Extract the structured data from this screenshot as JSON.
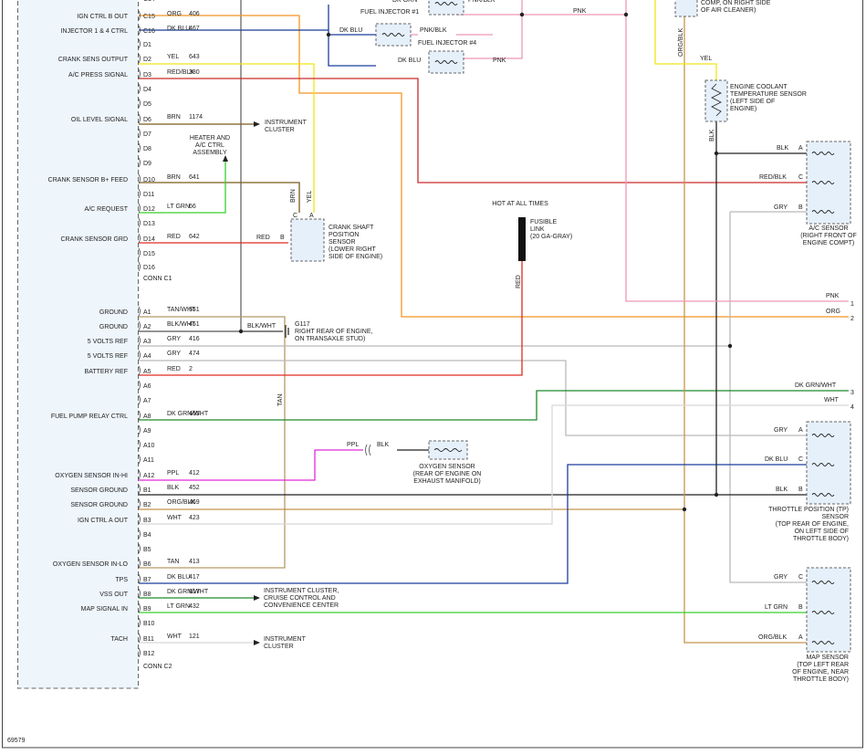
{
  "pcm": {
    "conn_c1_label": "CONN C1",
    "conn_c2_label": "CONN C2",
    "signals_c1": [
      {
        "name": "IGN CTRL B OUT",
        "pin": "C15",
        "color": "ORG",
        "circuit": "406"
      },
      {
        "name": "INJECTOR 1 & 4 CTRL",
        "pin": "C16",
        "color": "DK BLU",
        "circuit": "467"
      },
      {
        "name": "",
        "pin": "D1",
        "color": "",
        "circuit": ""
      },
      {
        "name": "CRANK SENS OUTPUT",
        "pin": "D2",
        "color": "YEL",
        "circuit": "643"
      },
      {
        "name": "A/C PRESS SIGNAL",
        "pin": "D3",
        "color": "RED/BLK",
        "circuit": "380"
      },
      {
        "name": "",
        "pin": "D4",
        "color": "",
        "circuit": ""
      },
      {
        "name": "",
        "pin": "D5",
        "color": "",
        "circuit": ""
      },
      {
        "name": "OIL LEVEL SIGNAL",
        "pin": "D6",
        "color": "BRN",
        "circuit": "1174"
      },
      {
        "name": "",
        "pin": "D7",
        "color": "",
        "circuit": ""
      },
      {
        "name": "",
        "pin": "D8",
        "color": "",
        "circuit": ""
      },
      {
        "name": "",
        "pin": "D9",
        "color": "",
        "circuit": ""
      },
      {
        "name": "CRANK SENSOR B+ FEED",
        "pin": "D10",
        "color": "BRN",
        "circuit": "641"
      },
      {
        "name": "",
        "pin": "D11",
        "color": "",
        "circuit": ""
      },
      {
        "name": "A/C REQUEST",
        "pin": "D12",
        "color": "LT GRN",
        "circuit": "66"
      },
      {
        "name": "",
        "pin": "D13",
        "color": "",
        "circuit": ""
      },
      {
        "name": "CRANK SENSOR GRD",
        "pin": "D14",
        "color": "RED",
        "circuit": "642"
      },
      {
        "name": "",
        "pin": "D15",
        "color": "",
        "circuit": ""
      },
      {
        "name": "",
        "pin": "D16",
        "color": "",
        "circuit": ""
      }
    ],
    "signals_c2": [
      {
        "name": "GROUND",
        "pin": "A1",
        "color": "TAN/WHT",
        "circuit": "551"
      },
      {
        "name": "GROUND",
        "pin": "A2",
        "color": "BLK/WHT",
        "circuit": "451"
      },
      {
        "name": "5 VOLTS REF",
        "pin": "A3",
        "color": "GRY",
        "circuit": "416"
      },
      {
        "name": "5 VOLTS REF",
        "pin": "A4",
        "color": "GRY",
        "circuit": "474"
      },
      {
        "name": "BATTERY REF",
        "pin": "A5",
        "color": "RED",
        "circuit": "2"
      },
      {
        "name": "",
        "pin": "A6",
        "color": "",
        "circuit": ""
      },
      {
        "name": "",
        "pin": "A7",
        "color": "",
        "circuit": ""
      },
      {
        "name": "FUEL PUMP RELAY CTRL",
        "pin": "A8",
        "color": "DK GRN/WHT",
        "circuit": "465"
      },
      {
        "name": "",
        "pin": "A9",
        "color": "",
        "circuit": ""
      },
      {
        "name": "",
        "pin": "A10",
        "color": "",
        "circuit": ""
      },
      {
        "name": "",
        "pin": "A11",
        "color": "",
        "circuit": ""
      },
      {
        "name": "OXYGEN SENSOR IN-HI",
        "pin": "A12",
        "color": "PPL",
        "circuit": "412"
      },
      {
        "name": "SENSOR GROUND",
        "pin": "B1",
        "color": "BLK",
        "circuit": "452"
      },
      {
        "name": "SENSOR GROUND",
        "pin": "B2",
        "color": "ORG/BLK",
        "circuit": "469"
      },
      {
        "name": "IGN CTRL A OUT",
        "pin": "B3",
        "color": "WHT",
        "circuit": "423"
      },
      {
        "name": "",
        "pin": "B4",
        "color": "",
        "circuit": ""
      },
      {
        "name": "",
        "pin": "B5",
        "color": "",
        "circuit": ""
      },
      {
        "name": "OXYGEN SENSOR IN-LO",
        "pin": "B6",
        "color": "TAN",
        "circuit": "413"
      },
      {
        "name": "TPS",
        "pin": "B7",
        "color": "DK BLU",
        "circuit": "417"
      },
      {
        "name": "VSS OUT",
        "pin": "B8",
        "color": "DK GRN/WHT",
        "circuit": "817"
      },
      {
        "name": "MAP SIGNAL IN",
        "pin": "B9",
        "color": "LT GRN",
        "circuit": "432"
      },
      {
        "name": "",
        "pin": "B10",
        "color": "",
        "circuit": ""
      },
      {
        "name": "TACH",
        "pin": "B11",
        "color": "WHT",
        "circuit": "121"
      },
      {
        "name": "",
        "pin": "B12",
        "color": "",
        "circuit": ""
      }
    ]
  },
  "components": {
    "instrument_cluster_oil": "INSTRUMENT|CLUSTER",
    "heater_ac": "HEATER AND|A/C CTRL|ASSEMBLY",
    "crankshaft_sensor": "CRANK SHAFT|POSITION|SENSOR|(LOWER RIGHT|SIDE OF ENGINE)",
    "g117": "G117|RIGHT REAR OF ENGINE,|ON TRANSAXLE STUD)",
    "fuse_header": "HOT AT ALL TIMES",
    "fusible_link": "FUSIBLE|LINK|(20 GA-GRAY)",
    "oxygen_sensor": "OXYGEN SENSOR|(REAR OF ENGINE ON|EXHAUST MANIFOLD)",
    "ic_cruise": "INSTRUMENT CLUSTER,|CRUISE CONTROL AND|CONVENIENCE CENTER",
    "instrument_cluster_tach": "INSTRUMENT|CLUSTER",
    "fuel_injector_1": "FUEL INJECTOR #1",
    "fuel_injector_4": "FUEL INJECTOR #4",
    "air_cleaner_note": "COMP, ON RIGHT SIDE|OF AIR CLEANER)",
    "ect_sensor": "ENGINE COOLANT|TEMPERATURE SENSOR|(LEFT SIDE OF|ENGINE)",
    "ac_sensor": "A/C SENSOR|(RIGHT FRONT OF|ENGINE COMPT)",
    "tp_sensor": "THROTTLE POSITION (TP)|SENSOR|(TOP REAR OF ENGINE,|ON LEFT SIDE OF|THROTTLE BODY)",
    "map_sensor": "MAP SENSOR|(TOP LEFT REAR|OF ENGINE, NEAR|THROTTLE BODY)"
  },
  "wire_labels": {
    "dk_grn_top": "DK GRN",
    "pnk_blk_top": "PNK/BLK",
    "dk_blu_inj": "DK BLU",
    "pnk_blk_inj": "PNK/BLK",
    "dk_blu_inj4": "DK BLU",
    "pnk_inj4": "PNK",
    "pnk_mid": "PNK",
    "brn_vert": "BRN",
    "yel_vert": "YEL",
    "pin_c": "C",
    "pin_a": "A",
    "pin_b": "B",
    "red_crank": "RED",
    "red_vert": "RED",
    "blk_wht_g117": "BLK/WHT",
    "tan_vert": "TAN",
    "ppl_o2": "PPL",
    "blk_o2": "BLK",
    "org_blk_vert": "ORG/BLK",
    "yel_ect": "YEL",
    "blk_ect": "BLK",
    "ac_blk": "BLK",
    "ac_redblk": "RED/BLK",
    "ac_gry": "GRY",
    "ac_pin_a": "A",
    "ac_pin_c": "C",
    "ac_pin_b": "B",
    "pnk_right": "PNK",
    "org_right": "ORG",
    "dkgrnwht_right": "DK GRN/WHT",
    "wht_right": "WHT",
    "tp_gry": "GRY",
    "tp_dkblu": "DK BLU",
    "tp_blk": "BLK",
    "tp_pin_a": "A",
    "tp_pin_c": "C",
    "tp_pin_b": "B",
    "map_gry": "GRY",
    "map_ltgrn": "LT GRN",
    "map_orgblk": "ORG/BLK",
    "map_pin_c": "C",
    "map_pin_b": "B",
    "map_pin_a": "A",
    "conn_1": "1",
    "conn_2": "2",
    "conn_3": "3",
    "conn_4": "4"
  },
  "footer_id": "69579",
  "colors": {
    "org": "#f39423",
    "dkblu": "#1b3f9c",
    "yel": "#f0e614",
    "redblk": "#cc2a2a",
    "brn": "#7a5a1c",
    "ltgrn": "#36d12e",
    "red": "#e02a20",
    "tan": "#b59a66",
    "blkwht": "#555555",
    "gry": "#b9b9b9",
    "dkgrnwht": "#1f8a2a",
    "ppl": "#e12ad8",
    "blk": "#222222",
    "orgblk": "#c8944c",
    "wht": "#d8d8d8",
    "pnk": "#ee97b6",
    "grnbright": "#2fbe2a"
  }
}
